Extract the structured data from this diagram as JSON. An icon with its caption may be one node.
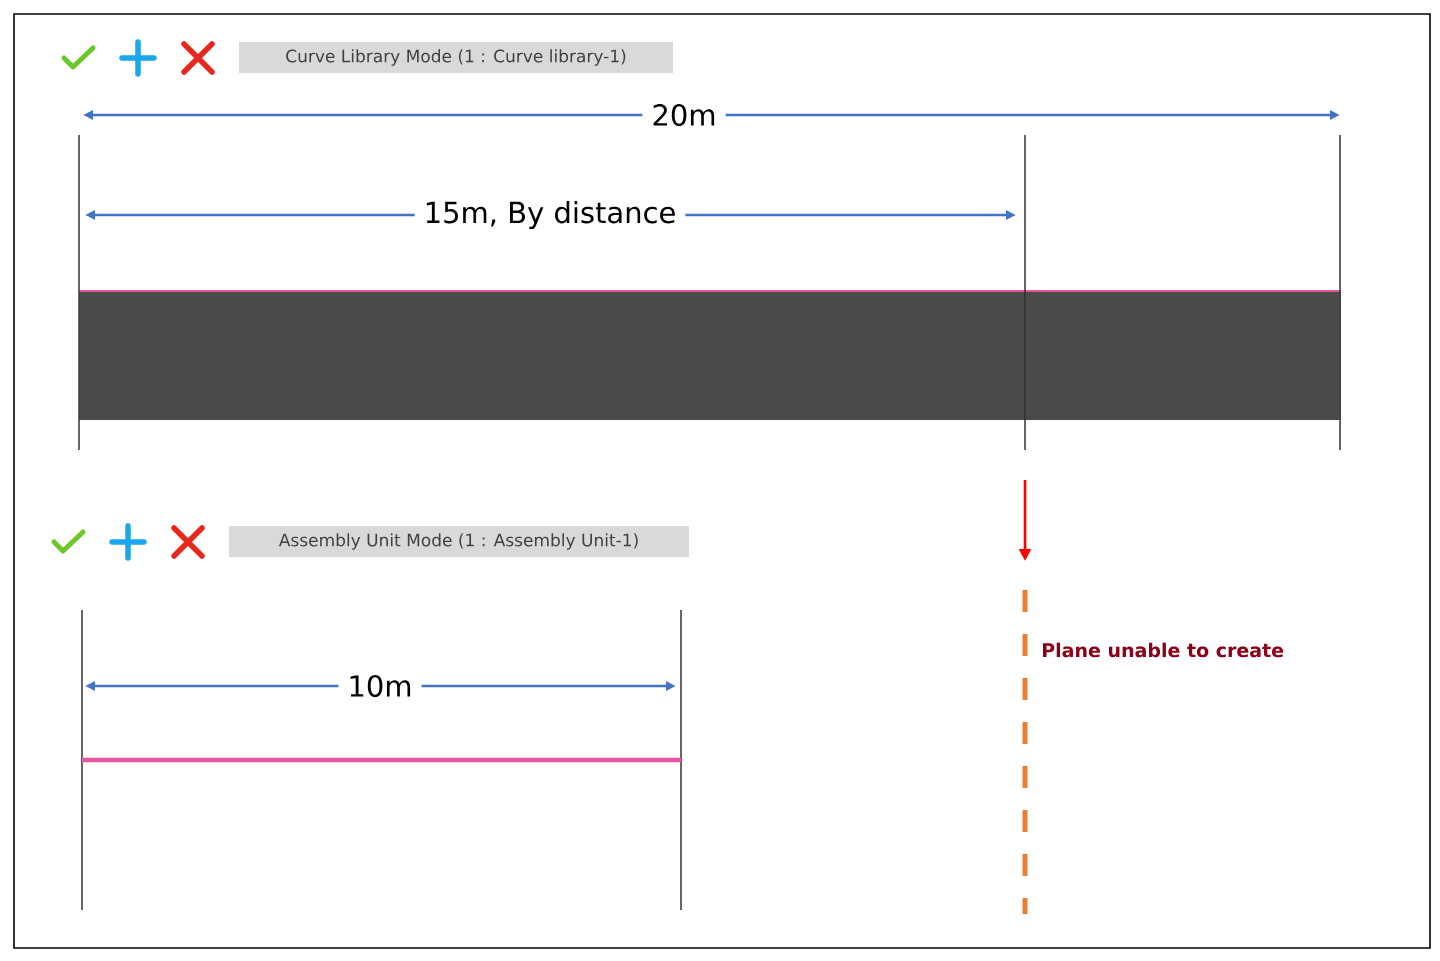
{
  "diagram": {
    "nodes": [
      {
        "text": [
          "Curve Library Mode (1 : Curve library-1)"
        ]
      },
      {
        "text": [
          "Assembly Unit Mode (1 : Assembly Unit-1)"
        ]
      }
    ],
    "labels": [
      "20m",
      "15m, By distance",
      "10m",
      "Plane unable to create"
    ]
  }
}
